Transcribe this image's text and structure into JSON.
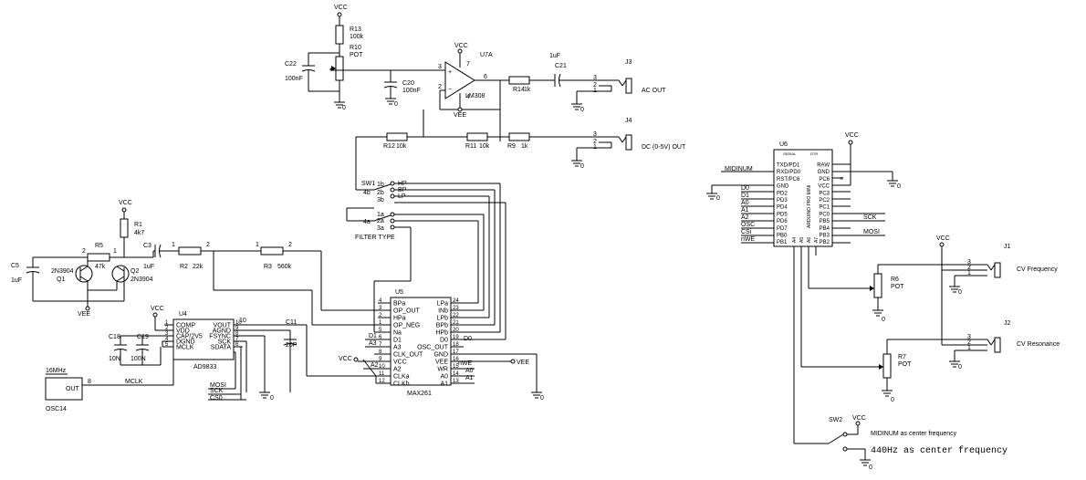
{
  "supplies": {
    "vcc": "VCC",
    "vee": "VEE",
    "ground": "0"
  },
  "opamp": {
    "ref": "U7A",
    "part": "LM308",
    "pins": [
      "3",
      "2",
      "6",
      "7",
      "4"
    ]
  },
  "passives": {
    "r13": {
      "ref": "R13",
      "value": "100k"
    },
    "r10": {
      "ref": "R10",
      "value": "POT"
    },
    "c22": {
      "ref": "C22",
      "value": "100nF"
    },
    "c20": {
      "ref": "C20",
      "value": "100nF"
    },
    "r14": {
      "ref": "R14",
      "value": "1k"
    },
    "c21": {
      "ref": "C21",
      "value": "1uF"
    },
    "r12": {
      "ref": "R12",
      "value": "10k"
    },
    "r11": {
      "ref": "R11",
      "value": "10k"
    },
    "r9": {
      "ref": "R9",
      "value": "1k"
    },
    "r1": {
      "ref": "R1",
      "value": "4k7"
    },
    "r5": {
      "ref": "R5",
      "value": "47k"
    },
    "c5": {
      "ref": "C5",
      "value": "1uF"
    },
    "c3": {
      "ref": "C3",
      "value": "1uF"
    },
    "r2": {
      "ref": "R2",
      "value": "22k"
    },
    "r3": {
      "ref": "R3",
      "value": "560k"
    },
    "c18": {
      "ref": "C18",
      "value": "10N"
    },
    "c19": {
      "ref": "C19",
      "value": "100N"
    },
    "c11": {
      "ref": "C11",
      "value": "20P"
    },
    "r6": {
      "ref": "R6",
      "value": "POT"
    },
    "r7": {
      "ref": "R7",
      "value": "POT"
    }
  },
  "transistors": {
    "q1": {
      "ref": "Q1",
      "part": "2N3904"
    },
    "q2": {
      "ref": "Q2",
      "part": "2N3904"
    }
  },
  "jacks": {
    "j3": {
      "ref": "J3",
      "label": "AC OUT"
    },
    "j4": {
      "ref": "J4",
      "label": "DC (0-5V) OUT"
    },
    "j1": {
      "ref": "J1",
      "label": "CV Frequency"
    },
    "j2": {
      "ref": "J2",
      "label": "CV Resonance"
    }
  },
  "sw1": {
    "ref": "SW1",
    "pins": [
      "1b",
      "4b",
      "2b",
      "3b"
    ],
    "outputs": [
      "HP",
      "BP",
      "LP"
    ],
    "bank_pins": [
      "1a",
      "4a",
      "2a",
      "3a"
    ]
  },
  "filter_type": {
    "label": "FILTER TYPE"
  },
  "u5": {
    "ref": "U5",
    "part": "MAX261",
    "left_pins": [
      {
        "num": "4",
        "name": "BPa"
      },
      {
        "num": "3",
        "name": "OP_OUT"
      },
      {
        "num": "2",
        "name": "HPa"
      },
      {
        "num": "1",
        "name": "OP_NEG"
      },
      {
        "num": "5",
        "name": "Na"
      },
      {
        "num": "6",
        "name": "D1"
      },
      {
        "num": "7",
        "name": "A3"
      },
      {
        "num": "8",
        "name": "CLK_OUT"
      },
      {
        "num": "9",
        "name": "VCC"
      },
      {
        "num": "10",
        "name": "A2"
      },
      {
        "num": "11",
        "name": "CLKa"
      },
      {
        "num": "12",
        "name": "CLKb"
      }
    ],
    "right_pins": [
      {
        "num": "24",
        "name": "LPa"
      },
      {
        "num": "23",
        "name": "INb"
      },
      {
        "num": "22",
        "name": "LPb"
      },
      {
        "num": "21",
        "name": "BPb"
      },
      {
        "num": "20",
        "name": "HPb"
      },
      {
        "num": "19",
        "name": "D0"
      },
      {
        "num": "18",
        "name": "OSC_OUT"
      },
      {
        "num": "17",
        "name": "GND"
      },
      {
        "num": "16",
        "name": "VEE"
      },
      {
        "num": "15",
        "name": "WR"
      },
      {
        "num": "14",
        "name": "A0"
      },
      {
        "num": "13",
        "name": "A1"
      }
    ]
  },
  "u4": {
    "ref": "U4",
    "part": "AD9833",
    "left_pins": [
      {
        "num": "1",
        "name": "COMP"
      },
      {
        "num": "2",
        "name": "VDD"
      },
      {
        "num": "3",
        "name": "CAP/2V5"
      },
      {
        "num": "4",
        "name": "DGND"
      },
      {
        "num": "5",
        "name": "MCLK"
      }
    ],
    "right_pins": [
      {
        "num": "10",
        "name": "VOUT"
      },
      {
        "num": "9",
        "name": "AGND"
      },
      {
        "num": "8",
        "name": "FSYNC"
      },
      {
        "num": "7",
        "name": "SCK"
      },
      {
        "num": "6",
        "name": "SDATA"
      }
    ]
  },
  "osc": {
    "ref": "OSC14",
    "freq": "16MHz",
    "pin": "OUT",
    "pin_num": "8"
  },
  "u6": {
    "ref": "U6",
    "part": "ARDUINO PRO MINI",
    "header_a": "SERIAL",
    "header_b": "DTR",
    "left_pins": [
      "TXD/PD1",
      "RXD/PD0",
      "RST/PC6",
      "GND",
      "PD2",
      "PD3",
      "PD4",
      "PD5",
      "PD6",
      "PD7",
      "PB0",
      "PB1"
    ],
    "right_pins": [
      "RAW",
      "GND",
      "PC6",
      "VCC",
      "PC3",
      "PC2",
      "PC1",
      "PC0",
      "PB5",
      "PB4",
      "PB3",
      "PB2"
    ],
    "bottom_pins": [
      "A4",
      "A5",
      "A6",
      "A7"
    ]
  },
  "nets": {
    "midinum": "MIDINUM",
    "d0": "D0",
    "d1": "D1",
    "a0": "A0",
    "a1": "A1",
    "a2": "A2",
    "a3": "A3",
    "osc_n": "OSC",
    "cs": "CSi",
    "nwe": "nWE",
    "sck": "SCK",
    "mosi": "MOSI",
    "cs0": "CS0",
    "mclk": "MCLK",
    "vcc_u5": "VCC",
    "vee_u5": "VEE"
  },
  "sw2": {
    "ref": "SW2",
    "opt_a": "MIDINUM as center frequency",
    "opt_b": "440Hz as center frequency"
  }
}
